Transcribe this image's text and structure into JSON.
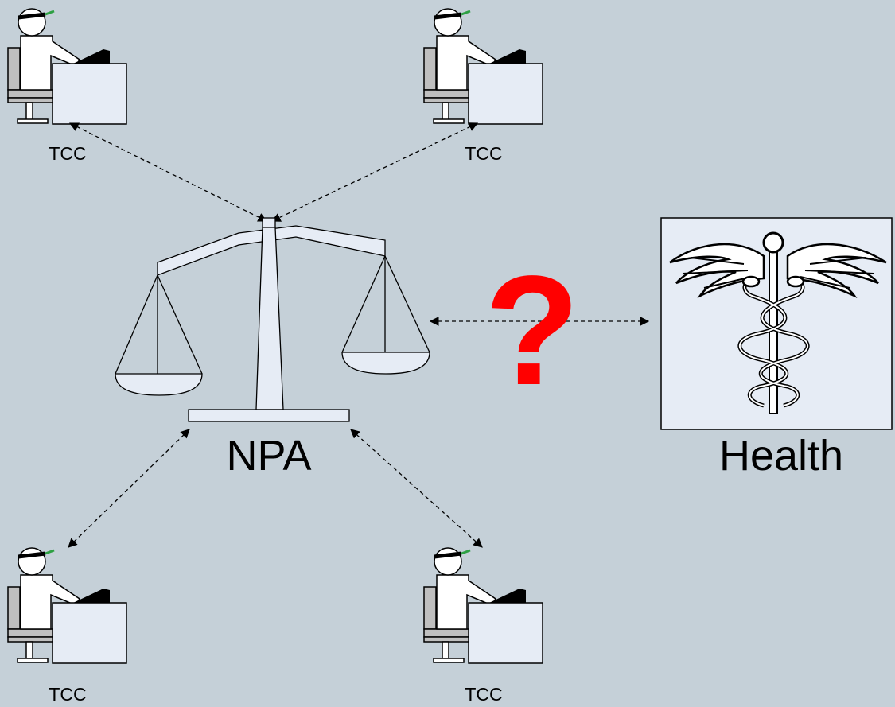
{
  "labels": {
    "workstation_top_left": "TCC",
    "workstation_top_right": "TCC",
    "workstation_bottom_left": "TCC",
    "workstation_bottom_right": "TCC",
    "scale": "NPA",
    "health": "Health"
  },
  "colors": {
    "background": "#c5d0d8",
    "panel": "#e6ecf5",
    "question_mark": "#ff0000",
    "line": "#000000",
    "pencil": "#2ea043"
  },
  "icons": {
    "workstation": "person-at-computer-icon",
    "scale": "balance-scale-icon",
    "health": "caduceus-icon",
    "question": "question-mark-icon"
  },
  "question_symbol": "?"
}
